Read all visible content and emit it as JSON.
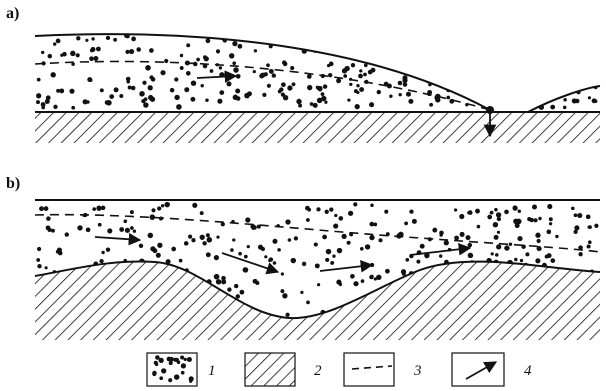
{
  "panels": [
    {
      "id": "a",
      "label": "a)"
    },
    {
      "id": "b",
      "label": "b)"
    }
  ],
  "legend": [
    {
      "id": "1",
      "label": "1",
      "icon": "dotted-sediment-icon"
    },
    {
      "id": "2",
      "label": "2",
      "icon": "hatched-bedrock-icon"
    },
    {
      "id": "3",
      "label": "3",
      "icon": "dashed-line-icon"
    },
    {
      "id": "4",
      "label": "4",
      "icon": "flow-arrow-icon"
    }
  ],
  "colors": {
    "ink": "#111111",
    "background": "#ffffff"
  }
}
